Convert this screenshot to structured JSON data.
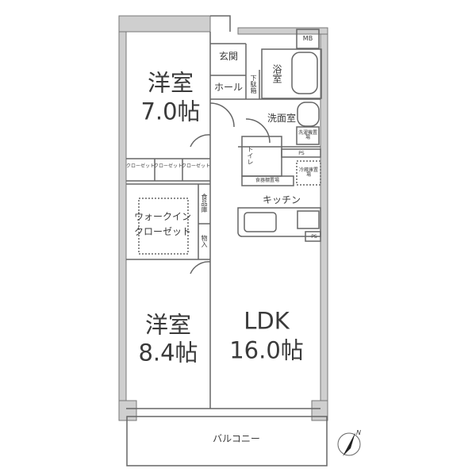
{
  "rooms": {
    "western1_name": "洋室",
    "western1_size": "7.0帖",
    "western2_name": "洋室",
    "western2_size": "8.4帖",
    "ldk_name": "LDK",
    "ldk_size": "16.0帖",
    "entrance": "玄関",
    "hall": "ホール",
    "shoe_box": "下駄箱",
    "bath": "浴室",
    "washroom": "洗面室",
    "washer": "洗濯機置場",
    "toilet": "トイレ",
    "dish_shelf": "食器棚置場",
    "fridge": "冷蔵庫置場",
    "kitchen": "キッチン",
    "closets": [
      "クローゼット",
      "クローゼット",
      "クローゼット"
    ],
    "walk_in_closet_1": "ウォークイン",
    "walk_in_closet_2": "クローゼット",
    "pantry": "食品庫",
    "storage": "物入",
    "balcony": "バルコニー",
    "mb": "MB",
    "ps1": "PS",
    "ps2": "PS"
  },
  "compass": {
    "label": "N"
  },
  "colors": {
    "wall": "#c8c8c8",
    "line": "#555555"
  }
}
